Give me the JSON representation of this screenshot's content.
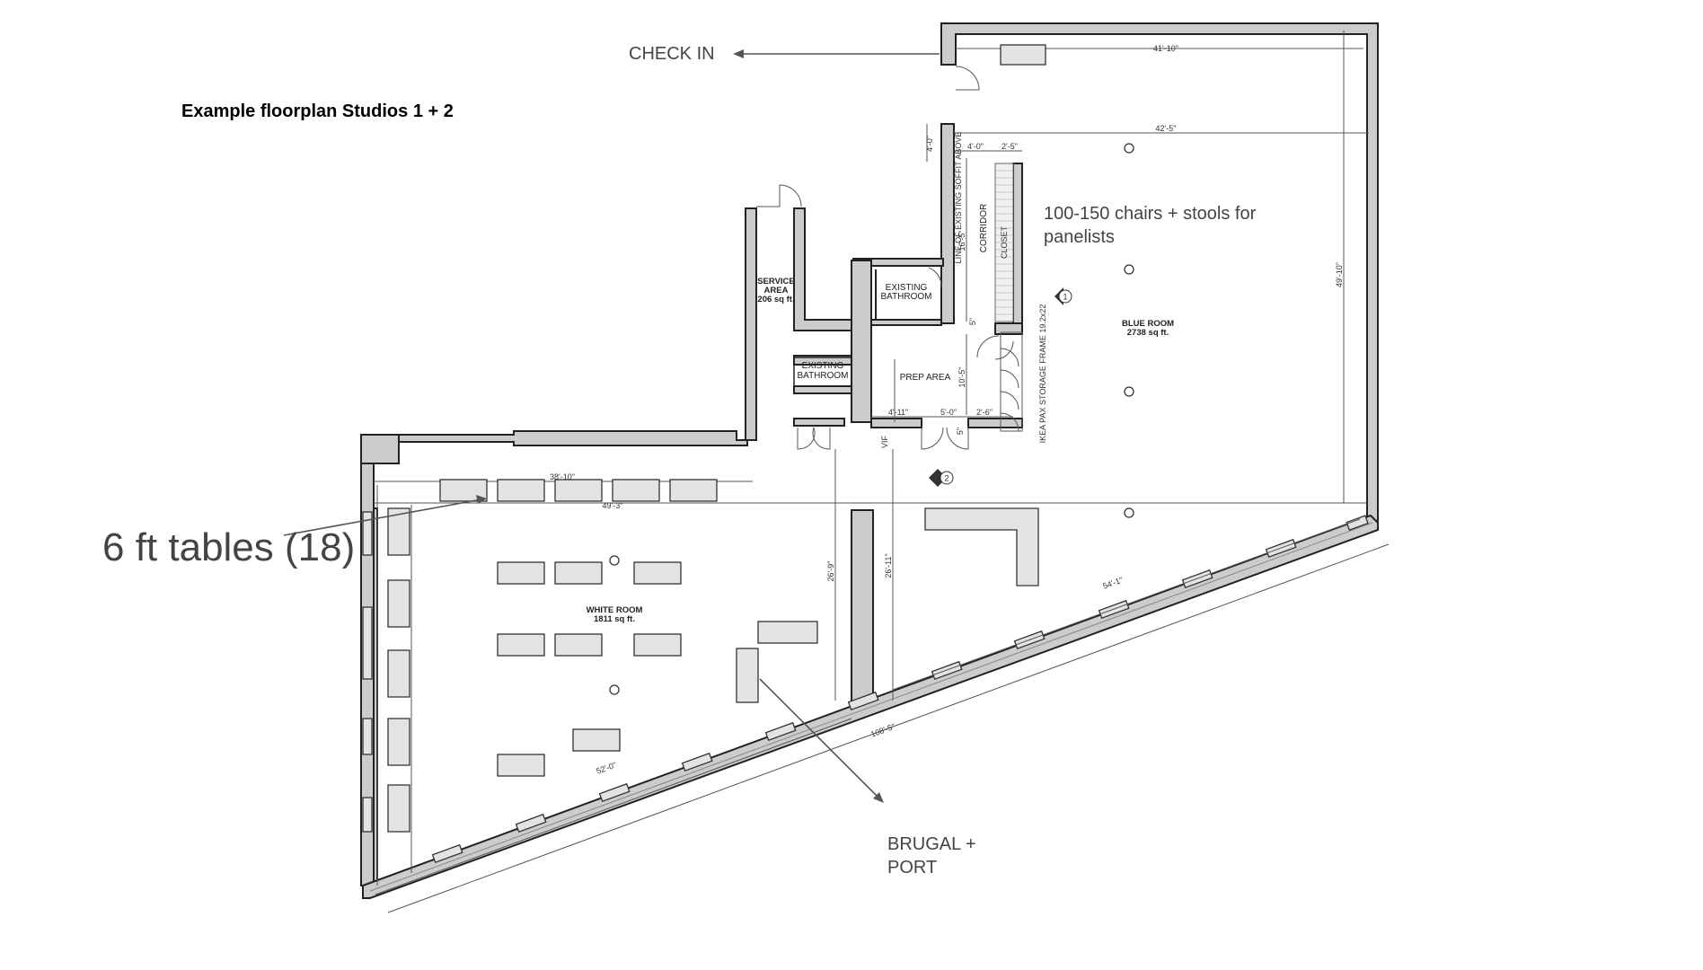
{
  "title": "Example floorplan Studios 1 + 2",
  "annotations": {
    "check_in": "CHECK IN",
    "chairs_line1": "100-150 chairs + stools for",
    "chairs_line2": "panelists",
    "tables": "6 ft tables (18)",
    "brugal_line1": "BRUGAL +",
    "brugal_line2": "PORT"
  },
  "rooms": {
    "service_line1": "SERVICE",
    "service_line2": "AREA",
    "service_area": "206 sq ft.",
    "bath1_line1": "EXISTING",
    "bath1_line2": "BATHROOM",
    "bath2_line1": "EXISTING",
    "bath2_line2": "BATHROOM",
    "prep": "PREP AREA",
    "corridor": "CORRIDOR",
    "closet": "CLOSET",
    "blue_name": "BLUE ROOM",
    "blue_area": "2738 sq ft.",
    "white_name": "WHITE ROOM",
    "white_area": "1811 sq ft.",
    "storage_note": "IKEA PAX STORAGE FRAME 19.2x22",
    "line_note": "LINE OF EXISTING SOFFIT ABOVE"
  },
  "dimensions": {
    "top": "41'-10\"",
    "upper": "42'-5\"",
    "corridor_a": "4'-0\"",
    "corridor_b": "2'-5\"",
    "door_4": "4'-0\"",
    "corridor_len": "16'-5\"",
    "prep_h": "10'-5\"",
    "prep_a": "4'-11\"",
    "prep_b": "5'-0\"",
    "prep_c": "2'-6\"",
    "small_5a": "5\"",
    "small_5b": "5\"",
    "vif": "VIF",
    "white_top": "38'-10\"",
    "white_top2": "49'-3\"",
    "white_h1": "26'-9\"",
    "white_h2": "26'-11\"",
    "white_bottom": "52'-0\"",
    "overall_bottom": "108'-5\"",
    "blue_diag": "54'-1\"",
    "blue_right": "49'-10\""
  },
  "markers": {
    "m1": "1",
    "m2": "2"
  }
}
